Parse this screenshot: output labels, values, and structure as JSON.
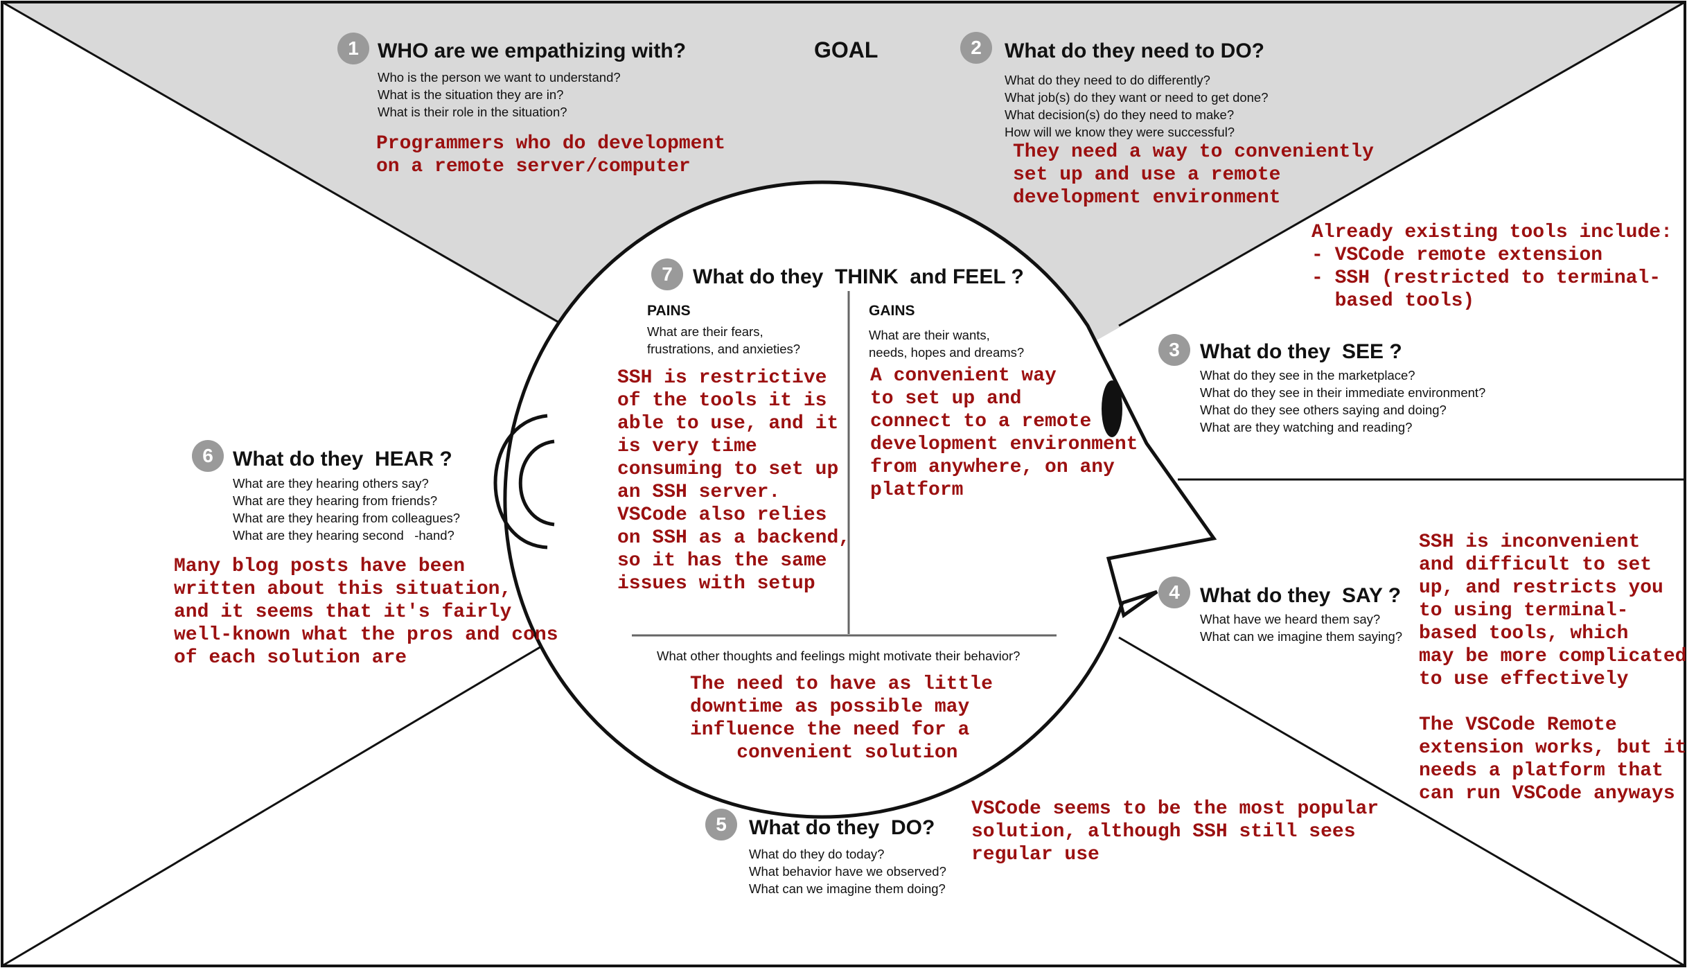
{
  "goal": "GOAL",
  "sections": {
    "who": {
      "number": "1",
      "title": "WHO are we empathizing with?",
      "questions": [
        "Who is the person we want to understand?",
        "What is the situation they are in?",
        "What is their role in the situation?"
      ],
      "answer": "Programmers who do development\non a remote server/computer"
    },
    "do_need": {
      "number": "2",
      "title": "What do they need to DO?",
      "questions": [
        "What do they need to do differently?",
        "What job(s) do they want or need to get done?",
        "What decision(s) do they need to make?",
        "How will we know they were successful?"
      ],
      "answer": "They need a way to conveniently\nset up and use a remote\ndevelopment environment"
    },
    "see": {
      "number": "3",
      "title": "What do they  SEE ?",
      "questions": [
        "What do they see in the marketplace?",
        "What do they see in their immediate environment?",
        "What do they see others saying and doing?",
        "What are they watching and reading?"
      ],
      "answer": "Already existing tools include:\n- VSCode remote extension\n- SSH (restricted to terminal-\n  based tools)"
    },
    "say": {
      "number": "4",
      "title": "What do they  SAY ?",
      "questions": [
        "What have we heard them say?",
        "What can we imagine them saying?"
      ],
      "answer": "SSH is inconvenient\nand difficult to set\nup, and restricts you\nto using terminal-\nbased tools, which\nmay be more complicated\nto use effectively\n\nThe VSCode Remote\nextension works, but it\nneeds a platform that\ncan run VSCode anyways"
    },
    "do": {
      "number": "5",
      "title": "What do they  DO?",
      "questions": [
        "What do they do today?",
        "What behavior have we observed?",
        "What can we imagine them doing?"
      ],
      "answer": "VSCode seems to be the most popular\nsolution, although SSH still sees\nregular use"
    },
    "hear": {
      "number": "6",
      "title": "What do they  HEAR ?",
      "questions": [
        "What are they hearing others say?",
        "What are they hearing from friends?",
        "What are they hearing from colleagues?",
        "What are they hearing second   -hand?"
      ],
      "answer": "Many blog posts have been\nwritten about this situation,\nand it seems that it's fairly\nwell-known what the pros and cons\nof each solution are"
    },
    "think_feel": {
      "number": "7",
      "title": "What do they  THINK  and FEEL ?",
      "pains": {
        "label": "PAINS",
        "question": "What are their fears,\nfrustrations, and anxieties?",
        "answer": "SSH is restrictive\nof the tools it is\nable to use, and it\nis very time\nconsuming to set up\nan SSH server.\nVSCode also relies\non SSH as a backend,\nso it has the same\nissues with setup"
      },
      "gains": {
        "label": "GAINS",
        "question": "What are their wants,\nneeds, hopes and dreams?",
        "answer": "A convenient way\nto set up and\nconnect to a remote\ndevelopment environment\nfrom anywhere, on any\nplatform"
      },
      "other": {
        "question": "What other thoughts and feelings might motivate their behavior?",
        "answer": "The need to have as little\ndowntime as possible may\ninfluence the need for a\n    convenient solution"
      }
    }
  },
  "colors": {
    "answer": "#9b1010",
    "goal_band": "#d9d9d9",
    "number_badge": "#9a9a9a",
    "line": "#111111"
  }
}
